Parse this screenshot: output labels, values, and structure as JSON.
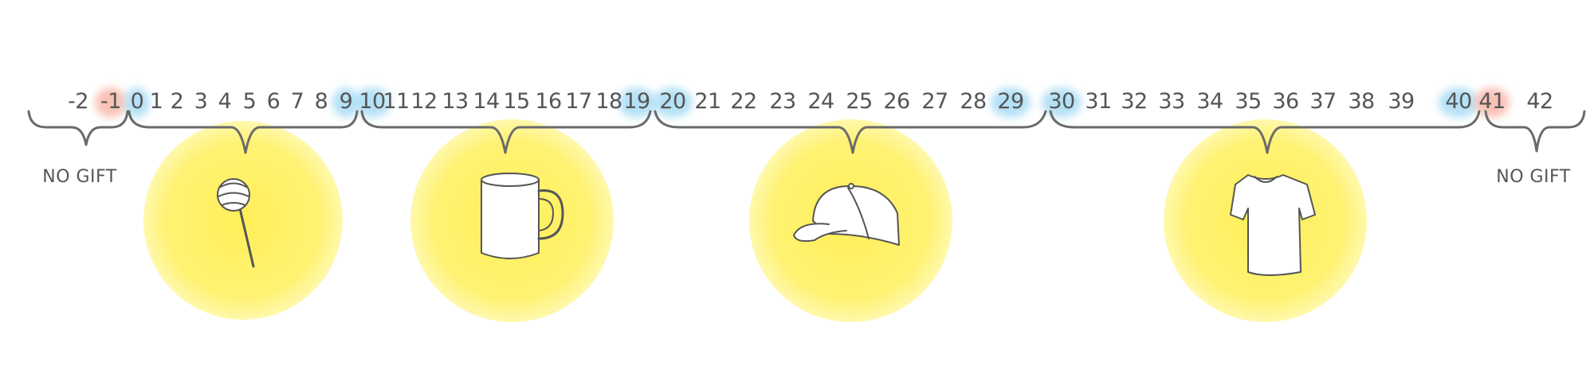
{
  "number_line": {
    "numbers": [
      "-2",
      "-1",
      "0",
      "1",
      "2",
      "3",
      "4",
      "5",
      "6",
      "7",
      "8",
      "9",
      "10",
      "11",
      "12",
      "13",
      "14",
      "15",
      "16",
      "17",
      "18",
      "19",
      "20",
      "21",
      "22",
      "23",
      "24",
      "25",
      "26",
      "27",
      "28",
      "29",
      "30",
      "31",
      "32",
      "33",
      "34",
      "35",
      "36",
      "37",
      "38",
      "39",
      "40",
      "41",
      "42"
    ],
    "boundary_highlights_blue": [
      "0",
      "9",
      "10",
      "19",
      "20",
      "29",
      "30",
      "40"
    ],
    "boundary_highlights_red": [
      "-1",
      "41"
    ]
  },
  "groups": [
    {
      "range": [
        "-2",
        "-1"
      ],
      "label": "NO GIFT",
      "icon": "none"
    },
    {
      "range": [
        "0",
        "9"
      ],
      "icon": "lollipop-icon"
    },
    {
      "range": [
        "10",
        "19"
      ],
      "icon": "mug-icon"
    },
    {
      "range": [
        "20",
        "29"
      ],
      "icon": "cap-icon"
    },
    {
      "range": [
        "30",
        "40"
      ],
      "icon": "tshirt-icon"
    },
    {
      "range": [
        "41",
        "42"
      ],
      "label": "NO GIFT",
      "icon": "none"
    }
  ],
  "colors": {
    "text": "#555555",
    "brace": "#6a6a6a",
    "glow": "#fff15a",
    "highlight_blue": "#a8dcf5",
    "highlight_red": "#f7b8a8"
  }
}
